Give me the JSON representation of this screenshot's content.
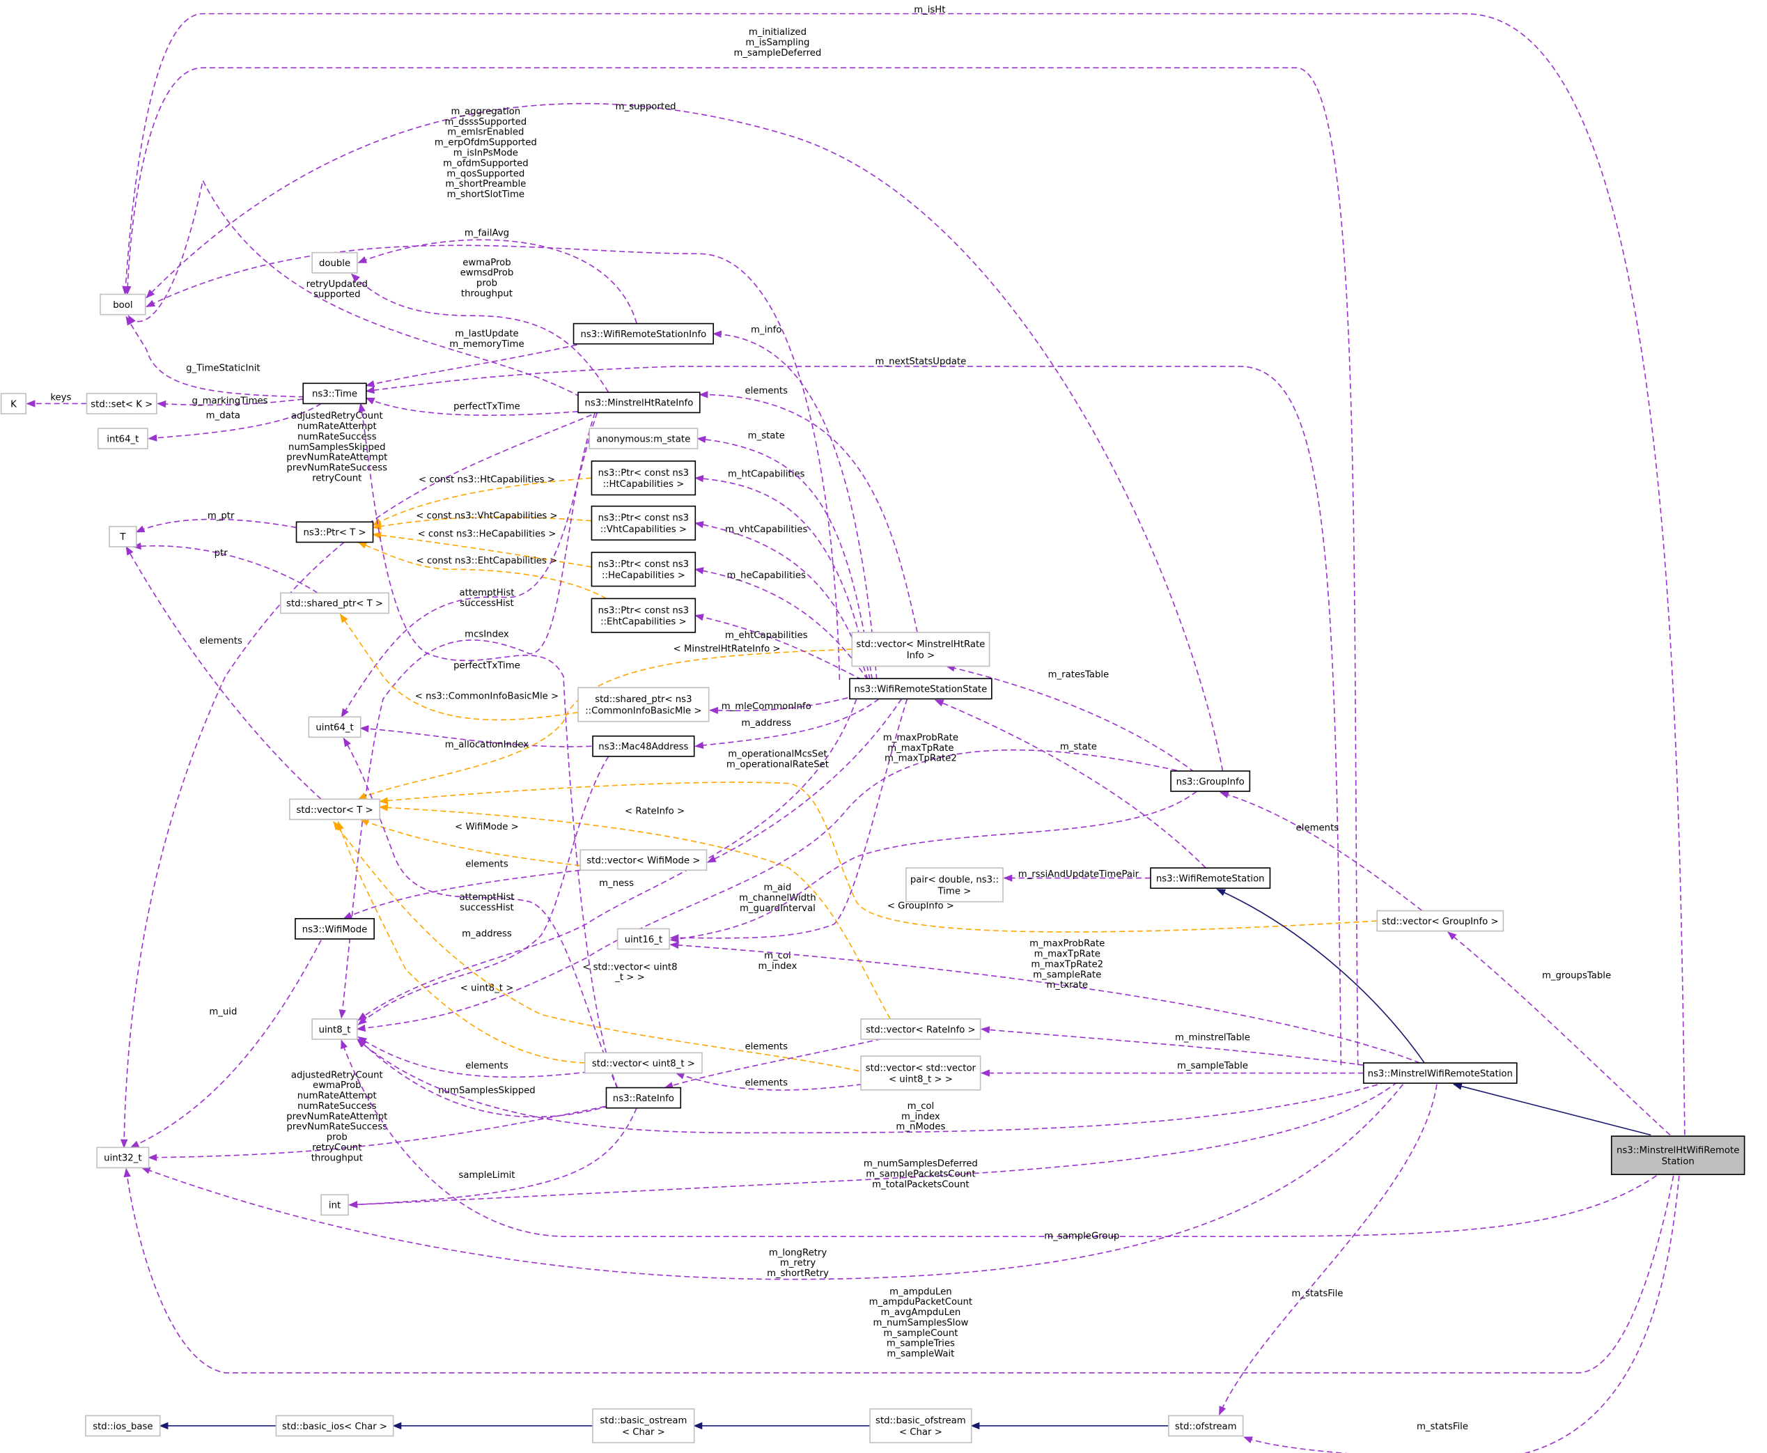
{
  "colors": {
    "member_edge": "#9a32cd",
    "template_edge": "#ffa500",
    "inherit_edge": "#191970",
    "focus_fill": "#bfbfbf"
  },
  "nodes": {
    "bool": [
      "bool"
    ],
    "double": [
      "double"
    ],
    "k": [
      "K"
    ],
    "set_k": [
      "std::set< K >"
    ],
    "time": [
      "ns3::Time"
    ],
    "int64": [
      "int64_t"
    ],
    "t": [
      "T"
    ],
    "ptr_t": [
      "ns3::Ptr< T >"
    ],
    "shared_ptr_t": [
      "std::shared_ptr< T >"
    ],
    "uint64": [
      "uint64_t"
    ],
    "vector_t": [
      "std::vector< T >"
    ],
    "wifimode": [
      "ns3::WifiMode"
    ],
    "uint8": [
      "uint8_t"
    ],
    "uint32": [
      "uint32_t"
    ],
    "int": [
      "int"
    ],
    "ios_base": [
      "std::ios_base"
    ],
    "basic_ios": [
      "std::basic_ios< Char >"
    ],
    "basic_ostream": [
      "std::basic_ostream",
      "< Char >"
    ],
    "basic_ofstream": [
      "std::basic_ofstream",
      "< Char >"
    ],
    "ofstream": [
      "std::ofstream"
    ],
    "station_info": [
      "ns3::WifiRemoteStationInfo"
    ],
    "ht_rate_info": [
      "ns3::MinstrelHtRateInfo"
    ],
    "anon_state": [
      "anonymous:m_state"
    ],
    "ptr_ht": [
      "ns3::Ptr< const ns3",
      "::HtCapabilities >"
    ],
    "ptr_vht": [
      "ns3::Ptr< const ns3",
      "::VhtCapabilities >"
    ],
    "ptr_he": [
      "ns3::Ptr< const ns3",
      "::HeCapabilities >"
    ],
    "ptr_eht": [
      "ns3::Ptr< const ns3",
      "::EhtCapabilities >"
    ],
    "shared_ptr_mle": [
      "std::shared_ptr< ns3",
      "::CommonInfoBasicMle >"
    ],
    "mac48": [
      "ns3::Mac48Address"
    ],
    "vector_wifimode": [
      "std::vector< WifiMode >"
    ],
    "uint16": [
      "uint16_t"
    ],
    "vector_rateinfo": [
      "std::vector< RateInfo >"
    ],
    "vector_uint8": [
      "std::vector< uint8_t >"
    ],
    "vector_vector_uint8": [
      "std::vector< std::vector",
      "< uint8_t > >"
    ],
    "rateinfo": [
      "ns3::RateInfo"
    ],
    "vector_ht_rate_info": [
      "std::vector< MinstrelHtRate",
      "Info >"
    ],
    "station_state": [
      "ns3::WifiRemoteStationState"
    ],
    "groupinfo": [
      "ns3::GroupInfo"
    ],
    "pair_rssi": [
      "pair< double, ns3::",
      "Time >"
    ],
    "remote_station": [
      "ns3::WifiRemoteStation"
    ],
    "vector_groupinfo": [
      "std::vector< GroupInfo >"
    ],
    "minstrel_station": [
      "ns3::MinstrelWifiRemoteStation"
    ],
    "minstrel_ht_station": [
      "ns3::MinstrelHtWifiRemote",
      "Station"
    ]
  },
  "edges": [
    {
      "from": "minstrel_ht_station",
      "to": "bool",
      "type": "member",
      "label": [
        "m_isHt"
      ]
    },
    {
      "from": "minstrel_station",
      "to": "bool",
      "type": "member",
      "label": [
        "m_initialized",
        "m_isSampling",
        "m_sampleDeferred"
      ]
    },
    {
      "from": "groupinfo",
      "to": "bool",
      "type": "member",
      "label": [
        "m_supported"
      ]
    },
    {
      "from": "station_state",
      "to": "bool",
      "type": "member",
      "label": [
        "m_aggregation",
        "m_dsssSupported",
        "m_emlsrEnabled",
        "m_erpOfdmSupported",
        "m_isInPsMode",
        "m_ofdmSupported",
        "m_qosSupported",
        "m_shortPreamble",
        "m_shortSlotTime"
      ]
    },
    {
      "from": "ht_rate_info",
      "to": "bool",
      "type": "member",
      "label": [
        "retryUpdated",
        "supported"
      ]
    },
    {
      "from": "station_info",
      "to": "double",
      "type": "member",
      "label": [
        "m_failAvg"
      ]
    },
    {
      "from": "ht_rate_info",
      "to": "double",
      "type": "member",
      "label": [
        "ewmaProb",
        "ewmsdProb",
        "prob",
        "throughput"
      ]
    },
    {
      "from": "station_info",
      "to": "time",
      "type": "member",
      "label": [
        "m_lastUpdate",
        "m_memoryTime"
      ]
    },
    {
      "from": "minstrel_station",
      "to": "time",
      "type": "member",
      "label": [
        "m_nextStatsUpdate"
      ]
    },
    {
      "from": "ht_rate_info",
      "to": "time",
      "type": "member",
      "label": [
        "perfectTxTime"
      ]
    },
    {
      "from": "time",
      "to": "bool",
      "type": "member",
      "label": [
        "g_TimeStaticInit"
      ]
    },
    {
      "from": "time",
      "to": "set_k",
      "type": "member",
      "label": [
        "g_markingTimes"
      ]
    },
    {
      "from": "set_k",
      "to": "k",
      "type": "member",
      "label": [
        "keys"
      ]
    },
    {
      "from": "time",
      "to": "int64",
      "type": "member",
      "label": [
        "m_data"
      ]
    },
    {
      "from": "ht_rate_info",
      "to": "uint32",
      "type": "member",
      "label": [
        "adjustedRetryCount",
        "numRateAttempt",
        "numRateSuccess",
        "numSamplesSkipped",
        "prevNumRateAttempt",
        "prevNumRateSuccess",
        "retryCount"
      ]
    },
    {
      "from": "ptr_ht",
      "to": "ptr_t",
      "type": "template",
      "label": [
        "< const ns3::HtCapabilities >"
      ]
    },
    {
      "from": "ptr_vht",
      "to": "ptr_t",
      "type": "template",
      "label": [
        "< const ns3::VhtCapabilities >"
      ]
    },
    {
      "from": "ptr_he",
      "to": "ptr_t",
      "type": "template",
      "label": [
        "< const ns3::HeCapabilities >"
      ]
    },
    {
      "from": "ptr_eht",
      "to": "ptr_t",
      "type": "template",
      "label": [
        "< const ns3::EhtCapabilities >"
      ]
    },
    {
      "from": "ptr_t",
      "to": "t",
      "type": "member",
      "label": [
        "m_ptr"
      ]
    },
    {
      "from": "shared_ptr_t",
      "to": "t",
      "type": "member",
      "label": [
        "ptr"
      ]
    },
    {
      "from": "vector_t",
      "to": "t",
      "type": "member",
      "label": [
        "elements"
      ]
    },
    {
      "from": "rateinfo",
      "to": "time",
      "type": "member",
      "label": [
        "perfectTxTime"
      ]
    },
    {
      "from": "ht_rate_info",
      "to": "uint64",
      "type": "member",
      "label": [
        "attemptHist",
        "successHist"
      ]
    },
    {
      "from": "ht_rate_info",
      "to": "uint8",
      "type": "member",
      "label": [
        "mcsIndex"
      ]
    },
    {
      "from": "shared_ptr_mle",
      "to": "shared_ptr_t",
      "type": "template",
      "label": [
        "< ns3::CommonInfoBasicMle >"
      ]
    },
    {
      "from": "mac48",
      "to": "uint64",
      "type": "member",
      "label": [
        "m_allocationIndex"
      ]
    },
    {
      "from": "vector_ht_rate_info",
      "to": "vector_t",
      "type": "template",
      "label": [
        "< MinstrelHtRateInfo >"
      ]
    },
    {
      "from": "vector_groupinfo",
      "to": "vector_t",
      "type": "template",
      "label": [
        "< GroupInfo >"
      ]
    },
    {
      "from": "vector_rateinfo",
      "to": "vector_t",
      "type": "template",
      "label": [
        "< RateInfo >"
      ]
    },
    {
      "from": "vector_wifimode",
      "to": "vector_t",
      "type": "template",
      "label": [
        "< WifiMode >"
      ]
    },
    {
      "from": "vector_uint8",
      "to": "vector_t",
      "type": "template",
      "label": [
        "< uint8_t >"
      ]
    },
    {
      "from": "vector_vector_uint8",
      "to": "vector_t",
      "type": "template",
      "label": [
        "< std::vector< uint8",
        "_t > >"
      ]
    },
    {
      "from": "vector_wifimode",
      "to": "wifimode",
      "type": "member",
      "label": [
        "elements"
      ]
    },
    {
      "from": "wifimode",
      "to": "uint32",
      "type": "member",
      "label": [
        "m_uid"
      ]
    },
    {
      "from": "vector_uint8",
      "to": "uint8",
      "type": "member",
      "label": [
        "elements"
      ]
    },
    {
      "from": "rateinfo",
      "to": "uint8",
      "type": "member",
      "label": [
        "numSamplesSkipped"
      ]
    },
    {
      "from": "rateinfo",
      "to": "uint32",
      "type": "member",
      "label": [
        "adjustedRetryCount",
        "ewmaProb",
        "numRateAttempt",
        "numRateSuccess",
        "prevNumRateAttempt",
        "prevNumRateSuccess",
        "prob",
        "retryCount",
        "throughput"
      ]
    },
    {
      "from": "rateinfo",
      "to": "int",
      "type": "member",
      "label": [
        "sampleLimit"
      ]
    },
    {
      "from": "vector_rateinfo",
      "to": "rateinfo",
      "type": "member",
      "label": [
        "elements"
      ]
    },
    {
      "from": "vector_vector_uint8",
      "to": "vector_uint8",
      "type": "member",
      "label": [
        "elements"
      ]
    },
    {
      "from": "station_state",
      "to": "uint8",
      "type": "member",
      "label": [
        "m_ness"
      ]
    },
    {
      "from": "mac48",
      "to": "uint8",
      "type": "member",
      "label": [
        "m_address"
      ]
    },
    {
      "from": "rateinfo",
      "to": "uint64",
      "type": "member",
      "label": [
        "attemptHist",
        "successHist"
      ]
    },
    {
      "from": "station_state",
      "to": "mac48",
      "type": "member",
      "label": [
        "m_address"
      ]
    },
    {
      "from": "station_state",
      "to": "shared_ptr_mle",
      "type": "member",
      "label": [
        "m_mleCommonInfo"
      ]
    },
    {
      "from": "station_state",
      "to": "vector_wifimode",
      "type": "member",
      "label": [
        "m_operationalMcsSet",
        "m_operationalRateSet"
      ]
    },
    {
      "from": "station_state",
      "to": "uint16",
      "type": "member",
      "label": [
        "m_aid",
        "m_channelWidth",
        "m_guardInterval"
      ]
    },
    {
      "from": "station_state",
      "to": "ptr_eht",
      "type": "member",
      "label": [
        "m_ehtCapabilities"
      ]
    },
    {
      "from": "station_state",
      "to": "ptr_he",
      "type": "member",
      "label": [
        "m_heCapabilities"
      ]
    },
    {
      "from": "station_state",
      "to": "ptr_vht",
      "type": "member",
      "label": [
        "m_vhtCapabilities"
      ]
    },
    {
      "from": "station_state",
      "to": "ptr_ht",
      "type": "member",
      "label": [
        "m_htCapabilities"
      ]
    },
    {
      "from": "station_state",
      "to": "anon_state",
      "type": "member",
      "label": [
        "m_state"
      ]
    },
    {
      "from": "station_state",
      "to": "station_info",
      "type": "member",
      "label": [
        "m_info"
      ]
    },
    {
      "from": "vector_ht_rate_info",
      "to": "ht_rate_info",
      "type": "member",
      "label": [
        "elements"
      ]
    },
    {
      "from": "groupinfo",
      "to": "vector_ht_rate_info",
      "type": "member",
      "label": [
        "m_ratesTable"
      ]
    },
    {
      "from": "groupinfo",
      "to": "uint8",
      "type": "member",
      "label": [
        "m_maxProbRate",
        "m_maxTpRate",
        "m_maxTpRate2"
      ]
    },
    {
      "from": "groupinfo",
      "to": "uint16",
      "type": "member",
      "label": [
        "m_col",
        "m_index"
      ]
    },
    {
      "from": "remote_station",
      "to": "station_state",
      "type": "member",
      "label": [
        "m_state"
      ]
    },
    {
      "from": "remote_station",
      "to": "pair_rssi",
      "type": "member",
      "label": [
        "m_rssiAndUpdateTimePair"
      ]
    },
    {
      "from": "vector_groupinfo",
      "to": "groupinfo",
      "type": "member",
      "label": [
        "elements"
      ]
    },
    {
      "from": "minstrel_ht_station",
      "to": "vector_groupinfo",
      "type": "member",
      "label": [
        "m_groupsTable"
      ]
    },
    {
      "from": "minstrel_ht_station",
      "to": "minstrel_station",
      "type": "inherit",
      "label": []
    },
    {
      "from": "minstrel_station",
      "to": "remote_station",
      "type": "inherit",
      "label": []
    },
    {
      "from": "minstrel_station",
      "to": "uint16",
      "type": "member",
      "label": [
        "m_maxProbRate",
        "m_maxTpRate",
        "m_maxTpRate2",
        "m_sampleRate",
        "m_txrate"
      ]
    },
    {
      "from": "minstrel_station",
      "to": "vector_rateinfo",
      "type": "member",
      "label": [
        "m_minstrelTable"
      ]
    },
    {
      "from": "minstrel_station",
      "to": "vector_vector_uint8",
      "type": "member",
      "label": [
        "m_sampleTable"
      ]
    },
    {
      "from": "minstrel_station",
      "to": "uint8",
      "type": "member",
      "label": [
        "m_col",
        "m_index",
        "m_nModes"
      ]
    },
    {
      "from": "minstrel_station",
      "to": "int",
      "type": "member",
      "label": [
        "m_numSamplesDeferred",
        "m_samplePacketsCount",
        "m_totalPacketsCount"
      ]
    },
    {
      "from": "minstrel_ht_station",
      "to": "uint8",
      "type": "member",
      "label": [
        "m_sampleGroup"
      ]
    },
    {
      "from": "minstrel_station",
      "to": "uint32",
      "type": "member",
      "label": [
        "m_longRetry",
        "m_retry",
        "m_shortRetry"
      ]
    },
    {
      "from": "minstrel_ht_station",
      "to": "uint32",
      "type": "member",
      "label": [
        "m_ampduLen",
        "m_ampduPacketCount",
        "m_avgAmpduLen",
        "m_numSamplesSlow",
        "m_sampleCount",
        "m_sampleTries",
        "m_sampleWait"
      ]
    },
    {
      "from": "minstrel_station",
      "to": "ofstream",
      "type": "member",
      "label": [
        "m_statsFile"
      ]
    },
    {
      "from": "minstrel_ht_station",
      "to": "ofstream",
      "type": "member",
      "label": [
        "m_statsFile"
      ]
    },
    {
      "from": "ofstream",
      "to": "basic_ofstream",
      "type": "inherit",
      "label": []
    },
    {
      "from": "basic_ofstream",
      "to": "basic_ostream",
      "type": "inherit",
      "label": []
    },
    {
      "from": "basic_ostream",
      "to": "basic_ios",
      "type": "inherit",
      "label": []
    },
    {
      "from": "basic_ios",
      "to": "ios_base",
      "type": "inherit",
      "label": []
    }
  ]
}
